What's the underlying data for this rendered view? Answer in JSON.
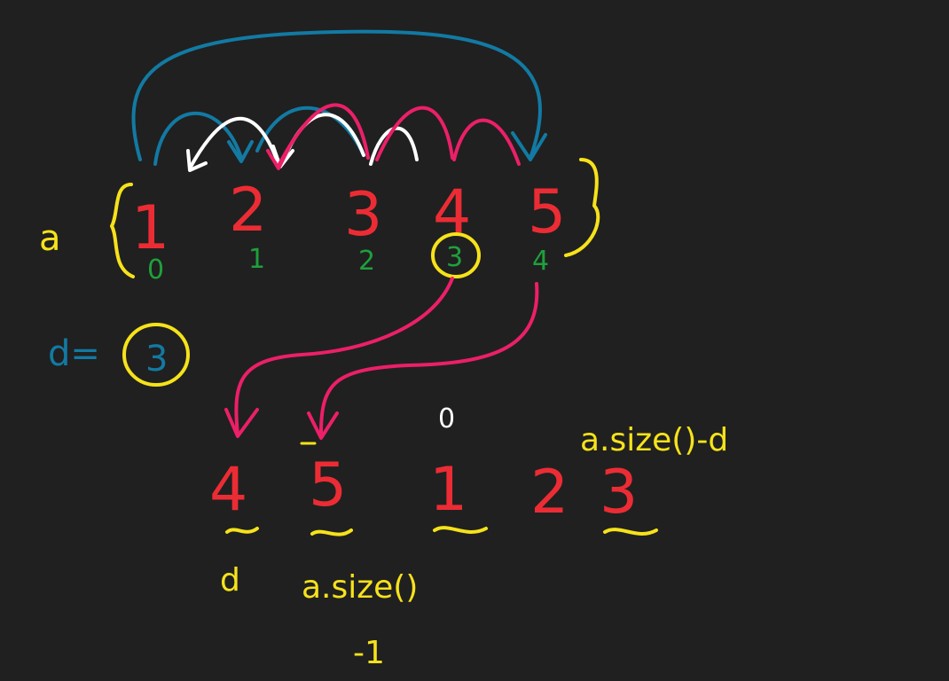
{
  "colors": {
    "background": "#202020",
    "array_values": "#ec2c34",
    "indices": "#1ea03c",
    "yellow": "#f6e21a",
    "blue": "#127aa3",
    "pink": "#ec1f68",
    "white": "#ffffff"
  },
  "array_name": "a",
  "array_values": [
    "1",
    "2",
    "3",
    "4",
    "5"
  ],
  "indices": [
    "0",
    "1",
    "2",
    "3",
    "4"
  ],
  "d_label": "d=",
  "d_value": "3",
  "result_values": [
    "4",
    "5",
    "1",
    "2",
    "3"
  ],
  "zero_mark": "0",
  "label_d": "d",
  "label_size_minus_1": "a.size()",
  "label_size_minus_1_b": "-1",
  "label_size_minus_d": "a.size()-d"
}
